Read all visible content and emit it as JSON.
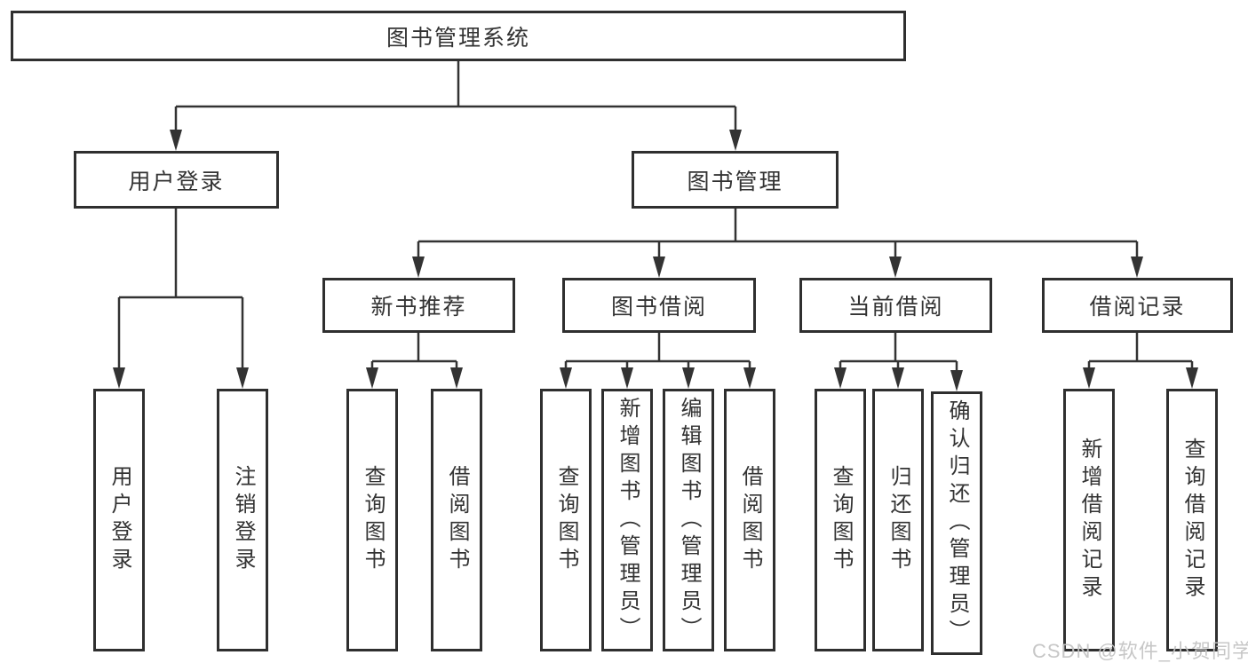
{
  "tree": {
    "root": "图书管理系统",
    "user_login": {
      "label": "用户登录",
      "children": [
        "用户登录",
        "注销登录"
      ]
    },
    "book_management": {
      "label": "图书管理",
      "sections": [
        {
          "label": "新书推荐",
          "children": [
            "查询图书",
            "借阅图书"
          ]
        },
        {
          "label": "图书借阅",
          "children": [
            "查询图书",
            "新增图书（管理员）",
            "编辑图书（管理员）",
            "借阅图书"
          ]
        },
        {
          "label": "当前借阅",
          "children": [
            "查询图书",
            "归还图书",
            "确认归还（管理员）"
          ]
        },
        {
          "label": "借阅记录",
          "children": [
            "新增借阅记录",
            "查询借阅记录"
          ]
        }
      ]
    }
  },
  "watermark": {
    "text": "CSDN @软件_小贺同学"
  },
  "colors": {
    "line": "#333333",
    "box_border": "#2f2f2f",
    "box_background": "#ffffff",
    "text": "#333333",
    "watermark": "#c4c4c4"
  }
}
